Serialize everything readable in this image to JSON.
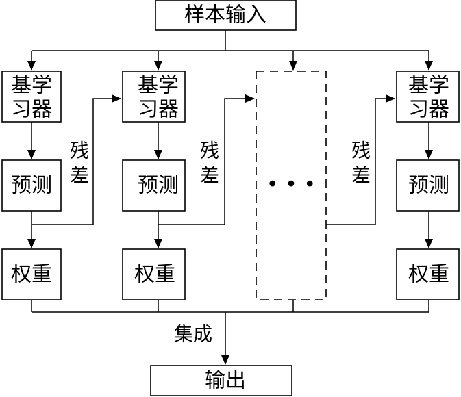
{
  "diagram": {
    "input_label": "样本输入",
    "output_label": "输出",
    "ensemble_label": "集成",
    "residual_label_line1": "残",
    "residual_label_line2": "差",
    "learner_label_line1": "基学",
    "learner_label_line2": "习器",
    "predict_label": "预测",
    "weight_label": "权重",
    "ellipsis": "• • •"
  }
}
